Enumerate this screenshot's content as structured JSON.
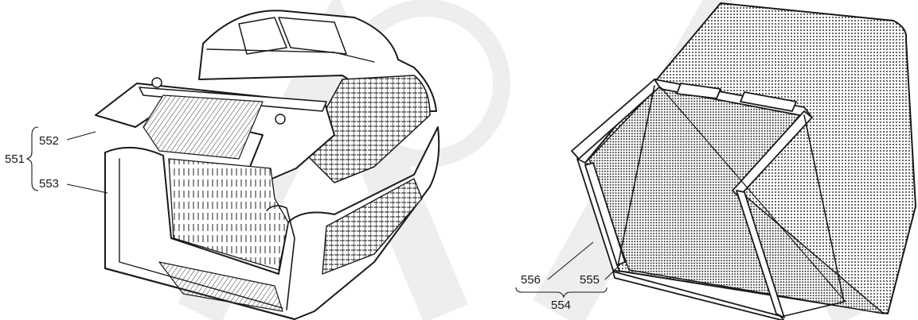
{
  "figure": {
    "left_assembly": {
      "group_label": "551",
      "parts": [
        {
          "id": "552"
        },
        {
          "id": "553"
        }
      ]
    },
    "right_assembly": {
      "group_label": "554",
      "parts": [
        {
          "id": "556"
        },
        {
          "id": "555"
        }
      ]
    }
  },
  "colors": {
    "ink": "#1a1a1a",
    "watermark": "#eeeeee",
    "background": "#ffffff"
  }
}
